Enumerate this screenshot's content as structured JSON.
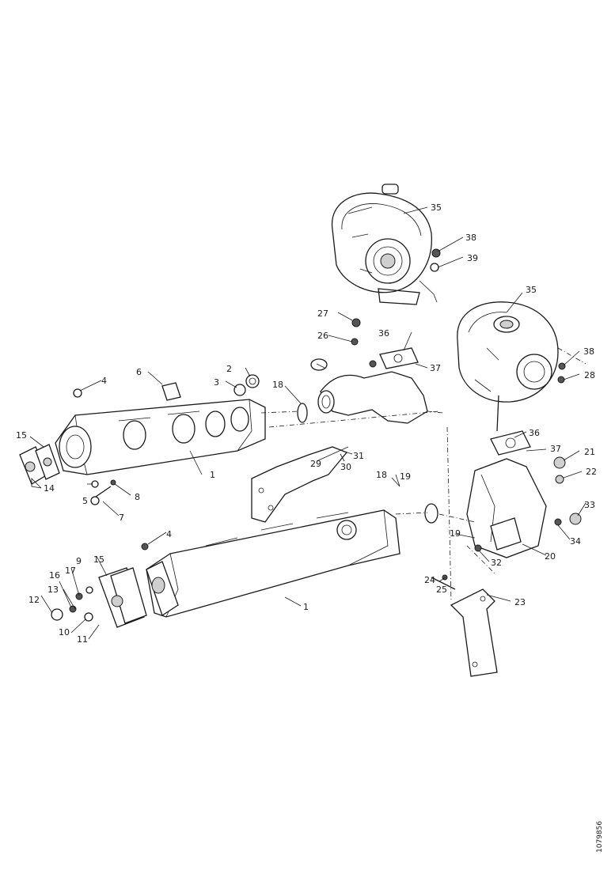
{
  "callouts": [
    "1",
    "2",
    "3",
    "4",
    "5",
    "6",
    "7",
    "8",
    "9",
    "10",
    "11",
    "12",
    "13",
    "14",
    "15",
    "16",
    "17",
    "18",
    "19",
    "20",
    "21",
    "22",
    "23",
    "24",
    "25",
    "26",
    "27",
    "28",
    "29",
    "30",
    "31",
    "32",
    "33",
    "34",
    "35",
    "36",
    "37",
    "38",
    "39"
  ],
  "document_id": "1079856"
}
